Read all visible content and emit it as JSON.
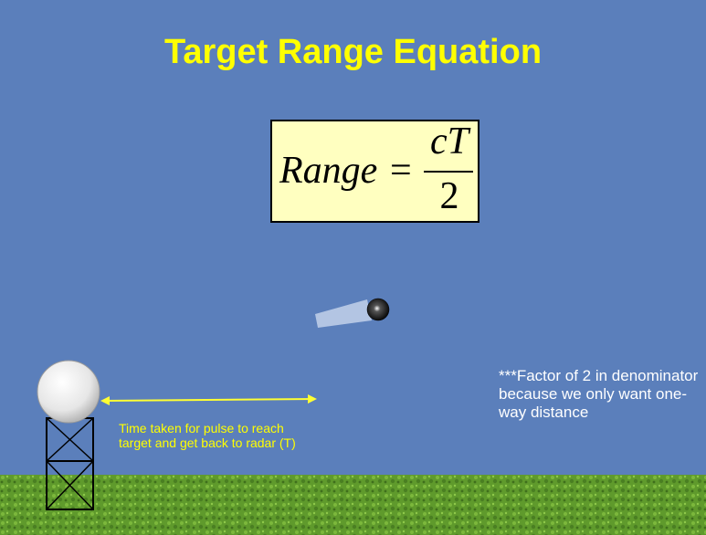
{
  "slide": {
    "title": "Target Range Equation",
    "equation": {
      "lhs": "Range",
      "equals": "=",
      "numerator": "cT",
      "denominator": "2"
    },
    "caption": "Time taken for pulse to reach target and get back to radar (T)",
    "note": "***Factor of 2 in denominator because we only want one-way distance"
  },
  "colors": {
    "background": "#5b7fbb",
    "title": "#ffff00",
    "equation_box": "#ffffc0",
    "arrow": "#ffff33",
    "grass": "#5f9a2c",
    "note_text": "#ffffff"
  },
  "icons": {
    "radar": "radar-dome-icon",
    "target": "target-ball-icon",
    "pulse": "radar-pulse-icon"
  }
}
